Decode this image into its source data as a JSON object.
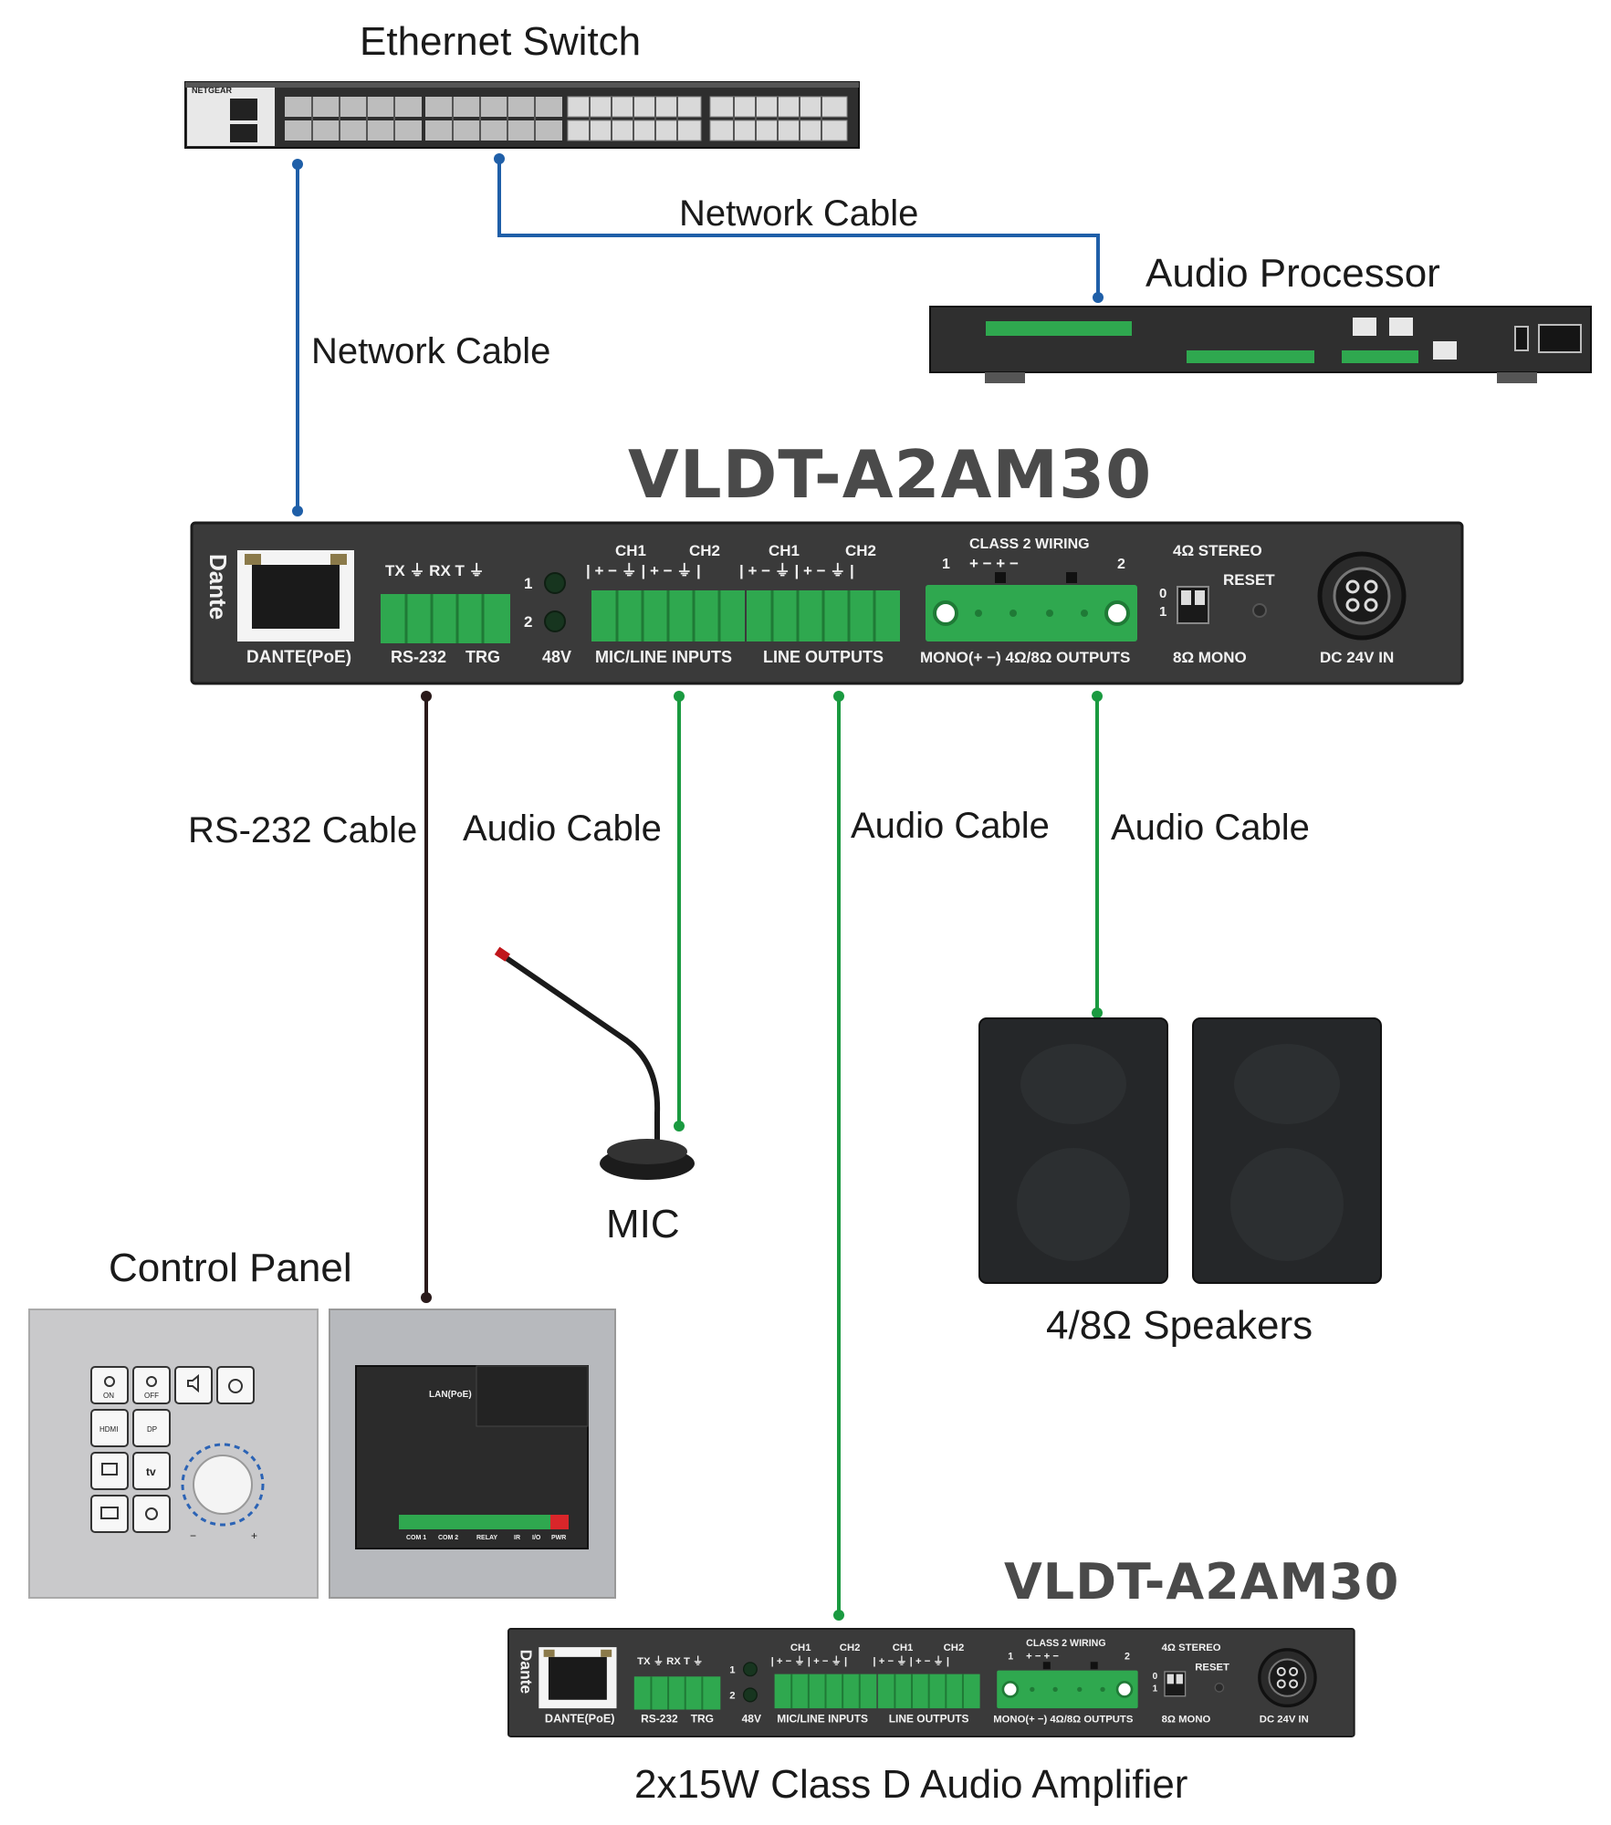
{
  "colors": {
    "network_cable": "#1f5fa8",
    "rs232_cable": "#2a1a1a",
    "audio_cable": "#1a9a40",
    "device_body": "#3a3a3a",
    "terminal_green": "#2fa84f",
    "model_text": "#4a4a4a"
  },
  "labels": {
    "ethernet_switch": "Ethernet Switch",
    "audio_processor": "Audio Processor",
    "network_cable_1": "Network Cable",
    "network_cable_2": "Network Cable",
    "rs232_cable": "RS-232 Cable",
    "audio_cable_1": "Audio Cable",
    "audio_cable_2": "Audio Cable",
    "audio_cable_3": "Audio Cable",
    "mic": "MIC",
    "control_panel": "Control Panel",
    "speakers": "4/8Ω Speakers",
    "amplifier_caption": "2x15W Class D Audio Amplifier"
  },
  "main_device": {
    "model": "VLDT-A2AM30",
    "brand": "Dante",
    "port_dante": "DANTE(PoE)",
    "rs232_header": "TX ⏚ RX  T ⏚",
    "port_rs232": "RS-232",
    "port_trg": "TRG",
    "led_1": "1",
    "led_2": "2",
    "port_48v": "48V",
    "ch1_a": "CH1",
    "ch2_a": "CH2",
    "ch1_b": "CH1",
    "ch2_b": "CH2",
    "polarity": "| +  −  ⏚ | +  −  ⏚ |",
    "port_mic_line_inputs": "MIC/LINE INPUTS",
    "port_line_outputs": "LINE OUTPUTS",
    "class2_wiring": "CLASS 2 WIRING",
    "out_1": "1",
    "out_2": "2",
    "out_polarity": "+   −       +   −",
    "port_outputs": "MONO(+  −) 4Ω/8Ω OUTPUTS",
    "switch_top": "4Ω  STEREO",
    "switch_bottom": "8Ω  MONO",
    "switch_0": "0",
    "switch_1": "1",
    "reset": "RESET",
    "port_power": "DC 24V IN"
  },
  "bottom_device": {
    "model": "VLDT-A2AM30",
    "brand": "Dante",
    "port_dante": "DANTE(PoE)",
    "rs232_header": "TX ⏚ RX  T ⏚",
    "port_rs232": "RS-232",
    "port_trg": "TRG",
    "led_1": "1",
    "led_2": "2",
    "port_48v": "48V",
    "ch1_a": "CH1",
    "ch2_a": "CH2",
    "ch1_b": "CH1",
    "ch2_b": "CH2",
    "polarity": "| +  −  ⏚ | +  −  ⏚ |",
    "port_mic_line_inputs": "MIC/LINE INPUTS",
    "port_line_outputs": "LINE OUTPUTS",
    "class2_wiring": "CLASS 2 WIRING",
    "out_1": "1",
    "out_2": "2",
    "out_polarity": "+   −       +   −",
    "port_outputs": "MONO(+  −) 4Ω/8Ω OUTPUTS",
    "switch_top": "4Ω  STEREO",
    "switch_bottom": "8Ω  MONO",
    "switch_0": "0",
    "switch_1": "1",
    "reset": "RESET",
    "port_power": "DC 24V IN"
  },
  "switch_device": {
    "brand": "NETGEAR"
  },
  "control_panel_device": {
    "btn_on": "ON",
    "btn_off": "OFF",
    "btn_hdmi": "HDMI",
    "btn_dp": "DP",
    "btn_tv": "tv",
    "vol_minus": "−",
    "vol_plus": "+",
    "back_lan": "LAN(PoE)",
    "back_com1": "COM 1",
    "back_com2": "COM 2",
    "back_relay": "RELAY",
    "back_ir": "IR",
    "back_io": "I/O",
    "back_pwr": "PWR"
  }
}
